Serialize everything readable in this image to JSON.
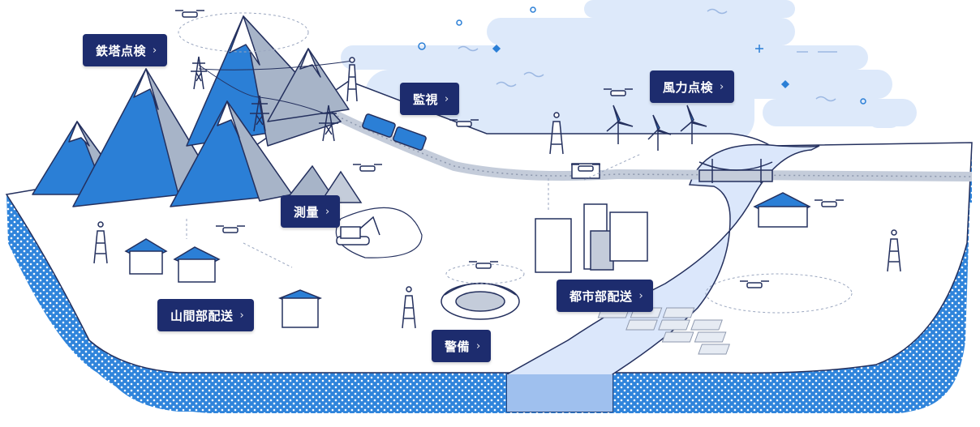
{
  "labels": {
    "tower_inspection": "鉄塔点検",
    "monitoring": "監視",
    "wind_inspection": "風力点検",
    "survey": "測量",
    "mountain_delivery": "山間部配送",
    "urban_delivery": "都市部配送",
    "security": "警備"
  },
  "icons": {
    "chevron": "chevron-right-icon",
    "drone": "drone-icon"
  },
  "colors": {
    "label_bg": "#1d2c6e",
    "accent_blue": "#2b7fd6",
    "mountain_grey": "#a7b4c8",
    "sky_light": "#dde9fa",
    "line": "#24305e"
  }
}
